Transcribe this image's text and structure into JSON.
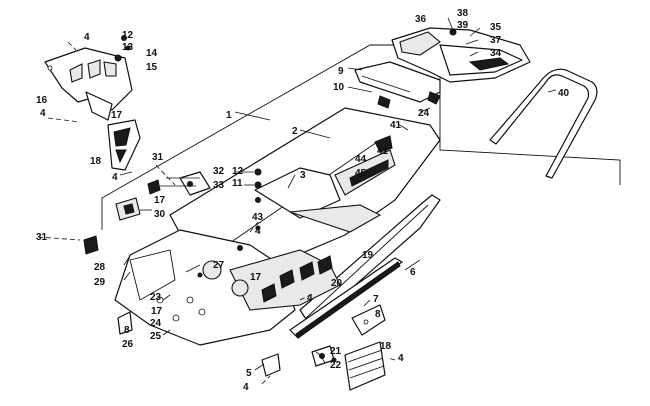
{
  "callouts": [
    {
      "id": "c1",
      "text": "1"
    },
    {
      "id": "c2",
      "text": "2"
    },
    {
      "id": "c3",
      "text": "3"
    },
    {
      "id": "c4a",
      "text": "4"
    },
    {
      "id": "c4b",
      "text": "4"
    },
    {
      "id": "c4c",
      "text": "4"
    },
    {
      "id": "c4d",
      "text": "4"
    },
    {
      "id": "c4e",
      "text": "4"
    },
    {
      "id": "c4f",
      "text": "4"
    },
    {
      "id": "c4g",
      "text": "4"
    },
    {
      "id": "c5",
      "text": "5"
    },
    {
      "id": "c6",
      "text": "6"
    },
    {
      "id": "c7",
      "text": "7"
    },
    {
      "id": "c8a",
      "text": "8"
    },
    {
      "id": "c8b",
      "text": "8"
    },
    {
      "id": "c9",
      "text": "9"
    },
    {
      "id": "c10",
      "text": "10"
    },
    {
      "id": "c11",
      "text": "11"
    },
    {
      "id": "c12a",
      "text": "12"
    },
    {
      "id": "c12b",
      "text": "12"
    },
    {
      "id": "c13",
      "text": "13"
    },
    {
      "id": "c14",
      "text": "14"
    },
    {
      "id": "c15",
      "text": "15"
    },
    {
      "id": "c16",
      "text": "16"
    },
    {
      "id": "c17a",
      "text": "17"
    },
    {
      "id": "c17b",
      "text": "17"
    },
    {
      "id": "c17c",
      "text": "17"
    },
    {
      "id": "c17d",
      "text": "17"
    },
    {
      "id": "c18a",
      "text": "18"
    },
    {
      "id": "c18b",
      "text": "18"
    },
    {
      "id": "c19",
      "text": "19"
    },
    {
      "id": "c20",
      "text": "20"
    },
    {
      "id": "c21",
      "text": "21"
    },
    {
      "id": "c22",
      "text": "22"
    },
    {
      "id": "c23",
      "text": "23"
    },
    {
      "id": "c24a",
      "text": "24"
    },
    {
      "id": "c24b",
      "text": "24"
    },
    {
      "id": "c25",
      "text": "25"
    },
    {
      "id": "c26",
      "text": "26"
    },
    {
      "id": "c27",
      "text": "27"
    },
    {
      "id": "c28",
      "text": "28"
    },
    {
      "id": "c29",
      "text": "29"
    },
    {
      "id": "c30",
      "text": "30"
    },
    {
      "id": "c31a",
      "text": "31"
    },
    {
      "id": "c31b",
      "text": "31"
    },
    {
      "id": "c32",
      "text": "32"
    },
    {
      "id": "c33",
      "text": "33"
    },
    {
      "id": "c34",
      "text": "34"
    },
    {
      "id": "c35",
      "text": "35"
    },
    {
      "id": "c36",
      "text": "36"
    },
    {
      "id": "c37",
      "text": "37"
    },
    {
      "id": "c38",
      "text": "38"
    },
    {
      "id": "c39",
      "text": "39"
    },
    {
      "id": "c40",
      "text": "40"
    },
    {
      "id": "c41",
      "text": "41"
    },
    {
      "id": "c42",
      "text": "42"
    },
    {
      "id": "c43",
      "text": "43"
    },
    {
      "id": "c44",
      "text": "44"
    },
    {
      "id": "c45",
      "text": "45"
    }
  ]
}
